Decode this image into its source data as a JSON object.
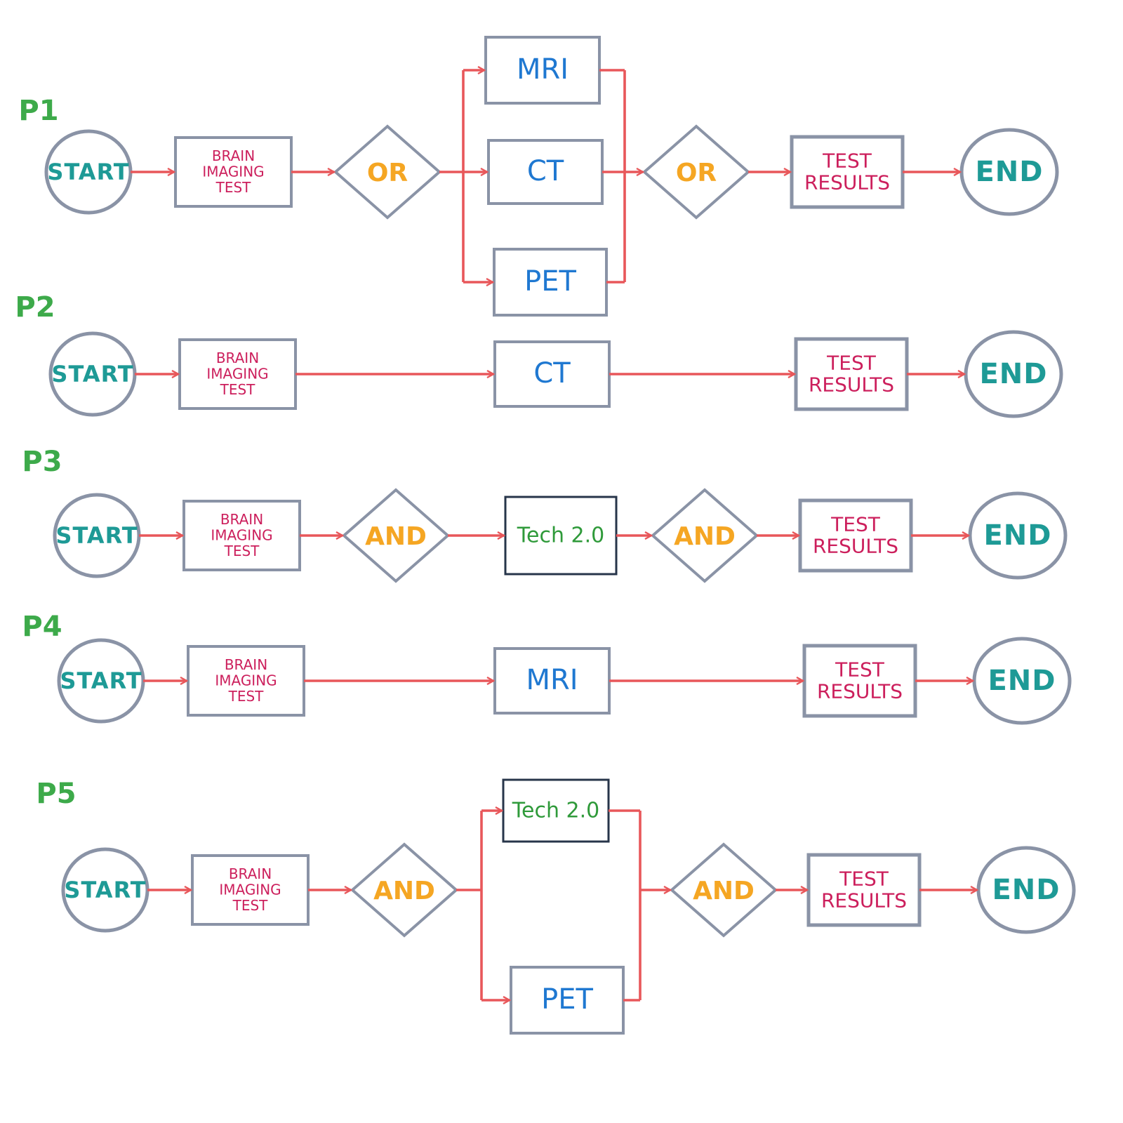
{
  "colors": {
    "process_label": "#3daa4a",
    "start_end": "#1e9a96",
    "brain": "#cc1f5c",
    "gateway": "#f5a623",
    "modality": "#1f78d1",
    "tech": "#2f9a3a",
    "results": "#cc1f5c",
    "shape_stroke": "#8a93a6",
    "tech_stroke": "#27354a",
    "arrow": "#e8575a"
  },
  "labels": {
    "start": "START",
    "end": "END",
    "brain": [
      "BRAIN",
      "IMAGING",
      "TEST"
    ],
    "results": [
      "TEST",
      "RESULTS"
    ]
  },
  "processes": [
    {
      "label": "P1",
      "gateway": "OR",
      "branches": [
        "MRI",
        "CT",
        "PET"
      ]
    },
    {
      "label": "P2",
      "gateway": "",
      "branches": [
        "CT"
      ]
    },
    {
      "label": "P3",
      "gateway": "AND",
      "branches": [
        "Tech 2.0"
      ]
    },
    {
      "label": "P4",
      "gateway": "",
      "branches": [
        "MRI"
      ]
    },
    {
      "label": "P5",
      "gateway": "AND",
      "branches": [
        "Tech 2.0",
        "PET"
      ]
    }
  ]
}
